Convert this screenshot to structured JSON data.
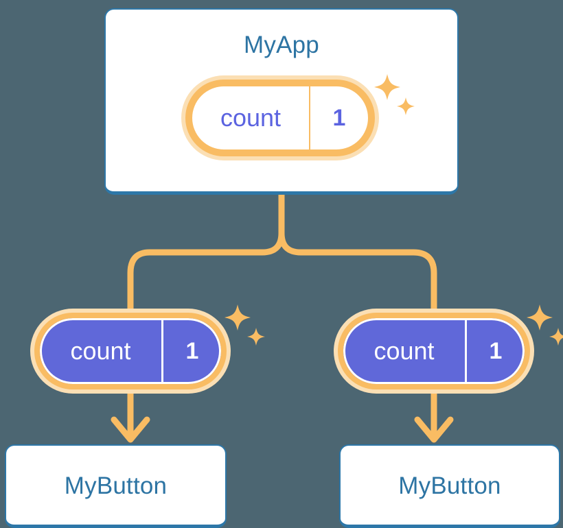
{
  "theme": {
    "background": "#4c6672",
    "card_border": "#2d77a8",
    "card_fill": "#ffffff",
    "title_text": "#2d74a3",
    "pill_ring": "#f9bc63",
    "pill_glow": "#fbdfb4",
    "pill_solid_fill": "#6068d9",
    "pill_light_fill": "#ffffff",
    "accent_purple": "#5b63e0",
    "wire": "#f9bc63"
  },
  "diagram": {
    "title": "MyApp",
    "root": {
      "label": "MyApp",
      "state": {
        "key": "count",
        "value": "1"
      }
    },
    "children": [
      {
        "label": "MyButton",
        "state": {
          "key": "count",
          "value": "1"
        }
      },
      {
        "label": "MyButton",
        "state": {
          "key": "count",
          "value": "1"
        }
      }
    ],
    "icons": {
      "sparkle": "sparkle-icon",
      "arrow": "arrow-down-icon"
    }
  }
}
